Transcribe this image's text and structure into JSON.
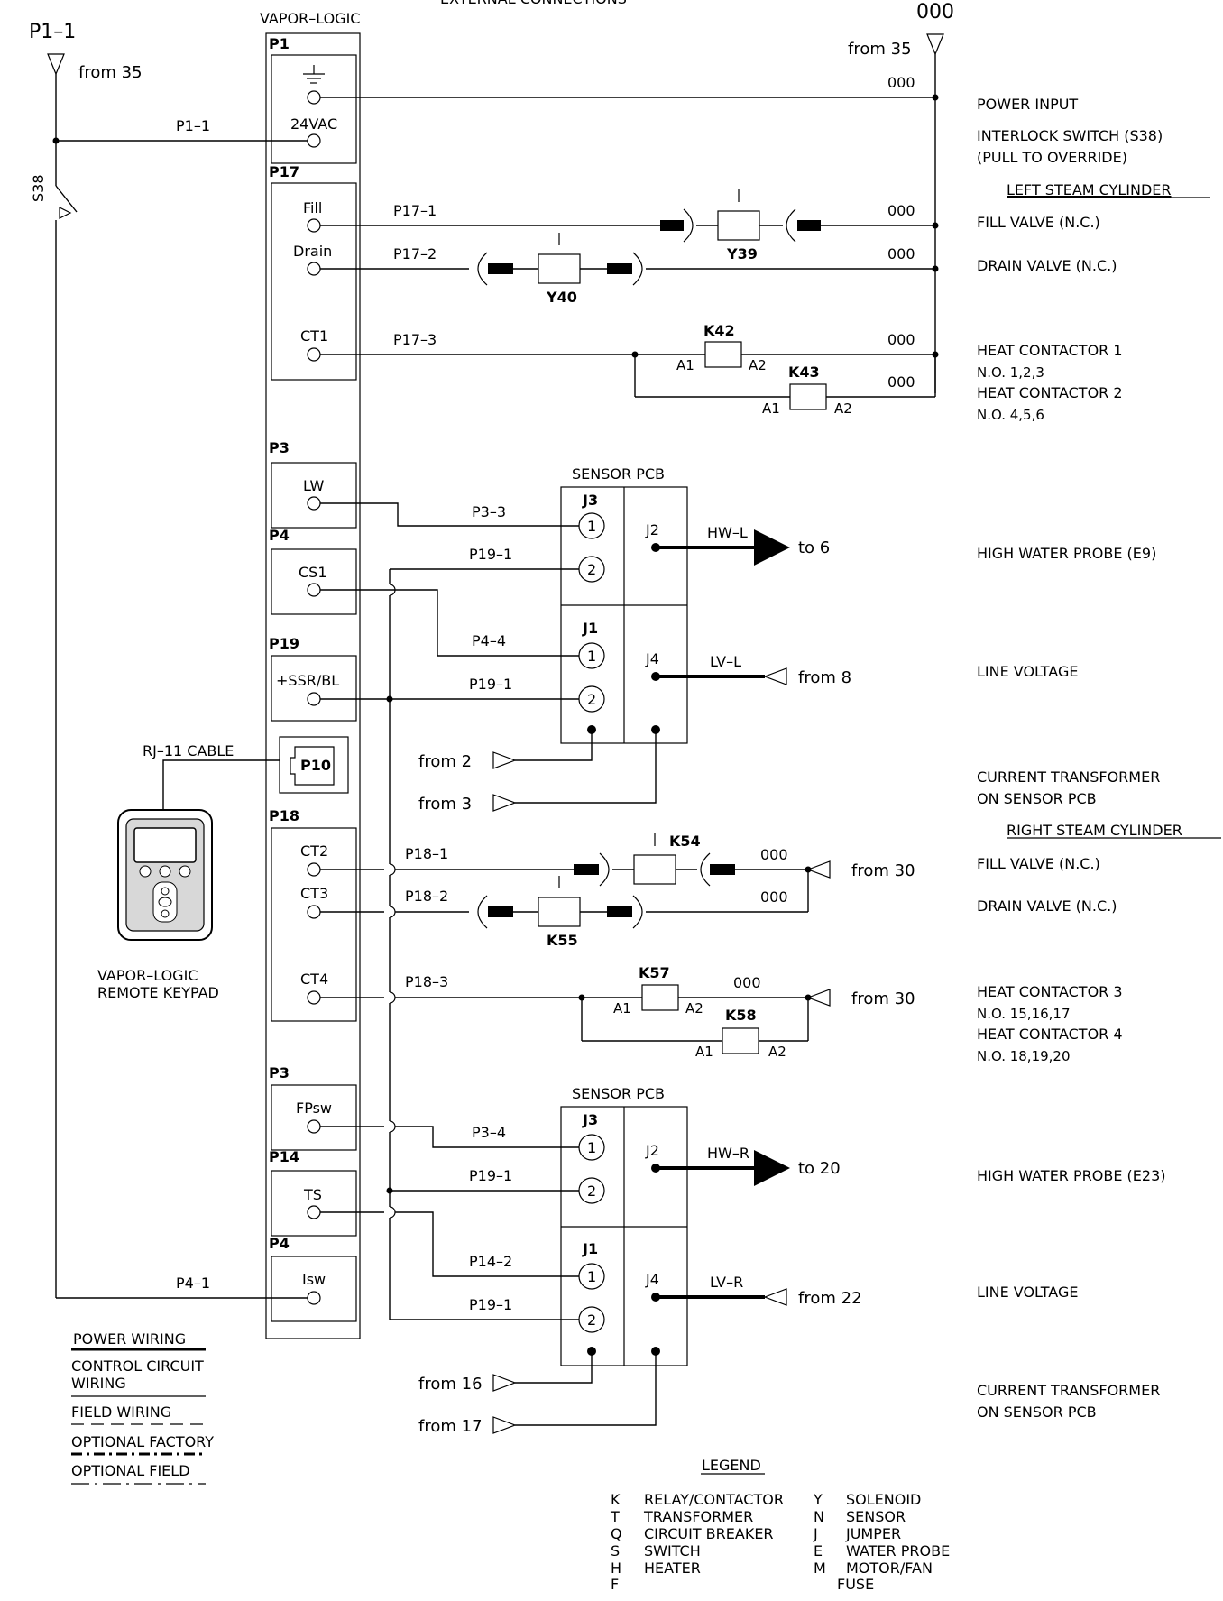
{
  "header": {
    "title_partial": "EXTERNAL CONNECTIONS",
    "board": "VAPOR–LOGIC",
    "top_left_ref": "P1–1",
    "top_right_ref": "000"
  },
  "connectors": {
    "p1": "P1",
    "p17": "P17",
    "p3a": "P3",
    "p4a": "P4",
    "p19": "P19",
    "p18": "P18",
    "p3b": "P3",
    "p14": "P14",
    "p4b": "P4",
    "p10": "P10"
  },
  "terminals": {
    "v24": "24VAC",
    "fill": "Fill",
    "drain": "Drain",
    "ct1": "CT1",
    "lw": "LW",
    "cs1": "CS1",
    "ssr": "+SSR/BL",
    "ct2": "CT2",
    "ct3": "CT3",
    "ct4": "CT4",
    "fpsw": "FPsw",
    "ts": "TS",
    "isw": "Isw"
  },
  "wires": {
    "p1_1": "P1–1",
    "p17_1": "P17–1",
    "p17_2": "P17–2",
    "p17_3": "P17–3",
    "p3_3": "P3–3",
    "p19_1": "P19–1",
    "p4_4": "P4–4",
    "p18_1": "P18–1",
    "p18_2": "P18–2",
    "p18_3": "P18–3",
    "p3_4": "P3–4",
    "p14_2": "P14–2",
    "p4_1": "P4–1",
    "n000": "000",
    "hw_l": "HW–L",
    "lv_l": "LV–L",
    "hw_r": "HW–R",
    "lv_r": "LV–R"
  },
  "components": {
    "y39": "Y39",
    "y40": "Y40",
    "k42": "K42",
    "k43": "K43",
    "k54": "K54",
    "k55": "K55",
    "k57": "K57",
    "k58": "K58",
    "a1": "A1",
    "a2": "A2",
    "s38": "S38",
    "sensor_pcb": "SENSOR PCB",
    "j1": "J1",
    "j2": "J2",
    "j3": "J3",
    "j4": "J4",
    "pin1": "1",
    "pin2": "2"
  },
  "refs": {
    "from35": "from 35",
    "from2": "from 2",
    "from3": "from 3",
    "from8": "from 8",
    "to6": "to 6",
    "from30": "from 30",
    "to20": "to 20",
    "from22": "from 22",
    "from16": "from 16",
    "from17": "from 17"
  },
  "keypad": {
    "cable": "RJ–11 CABLE",
    "line1": "VAPOR–LOGIC",
    "line2": "REMOTE KEYPAD"
  },
  "descriptions": {
    "power_input": "POWER INPUT",
    "interlock_1": "INTERLOCK SWITCH (S38)",
    "interlock_2": "(PULL TO OVERRIDE)",
    "left_cyl": "LEFT STEAM CYLINDER",
    "fill_valve": "FILL VALVE (N.C.)",
    "drain_valve": "DRAIN VALVE (N.C.)",
    "heat1": "HEAT CONTACTOR 1",
    "heat1_no": "N.O.   1,2,3",
    "heat2": "HEAT CONTACTOR 2",
    "heat2_no": "N.O.   4,5,6",
    "hw_probe_e9": "HIGH WATER PROBE (E9)",
    "line_voltage": "LINE VOLTAGE",
    "ct_1": "CURRENT TRANSFORMER",
    "ct_2": "ON SENSOR PCB",
    "right_cyl": "RIGHT STEAM CYLINDER",
    "heat3": "HEAT CONTACTOR 3",
    "heat3_no": "N.O. 15,16,17",
    "heat4": "HEAT CONTACTOR 4",
    "heat4_no": "N.O. 18,19,20",
    "hw_probe_e23": "HIGH WATER PROBE (E23)"
  },
  "wiring_key": {
    "power": "POWER WIRING",
    "control_1": "CONTROL CIRCUIT",
    "control_2": "WIRING",
    "field": "FIELD WIRING",
    "opt_factory": "OPTIONAL FACTORY",
    "opt_field": "OPTIONAL FIELD"
  },
  "legend": {
    "title": "LEGEND",
    "left": [
      {
        "code": "K",
        "label": "RELAY/CONTACTOR"
      },
      {
        "code": "T",
        "label": "TRANSFORMER"
      },
      {
        "code": "Q",
        "label": "CIRCUIT BREAKER"
      },
      {
        "code": "S",
        "label": "SWITCH"
      },
      {
        "code": "H",
        "label": "HEATER"
      },
      {
        "code": "F",
        "label": ""
      }
    ],
    "right": [
      {
        "code": "Y",
        "label": "SOLENOID"
      },
      {
        "code": "N",
        "label": "SENSOR"
      },
      {
        "code": "J",
        "label": "JUMPER"
      },
      {
        "code": "E",
        "label": "WATER PROBE"
      },
      {
        "code": "M",
        "label": "MOTOR/FAN"
      },
      {
        "code": "",
        "label": "FUSE"
      }
    ]
  }
}
